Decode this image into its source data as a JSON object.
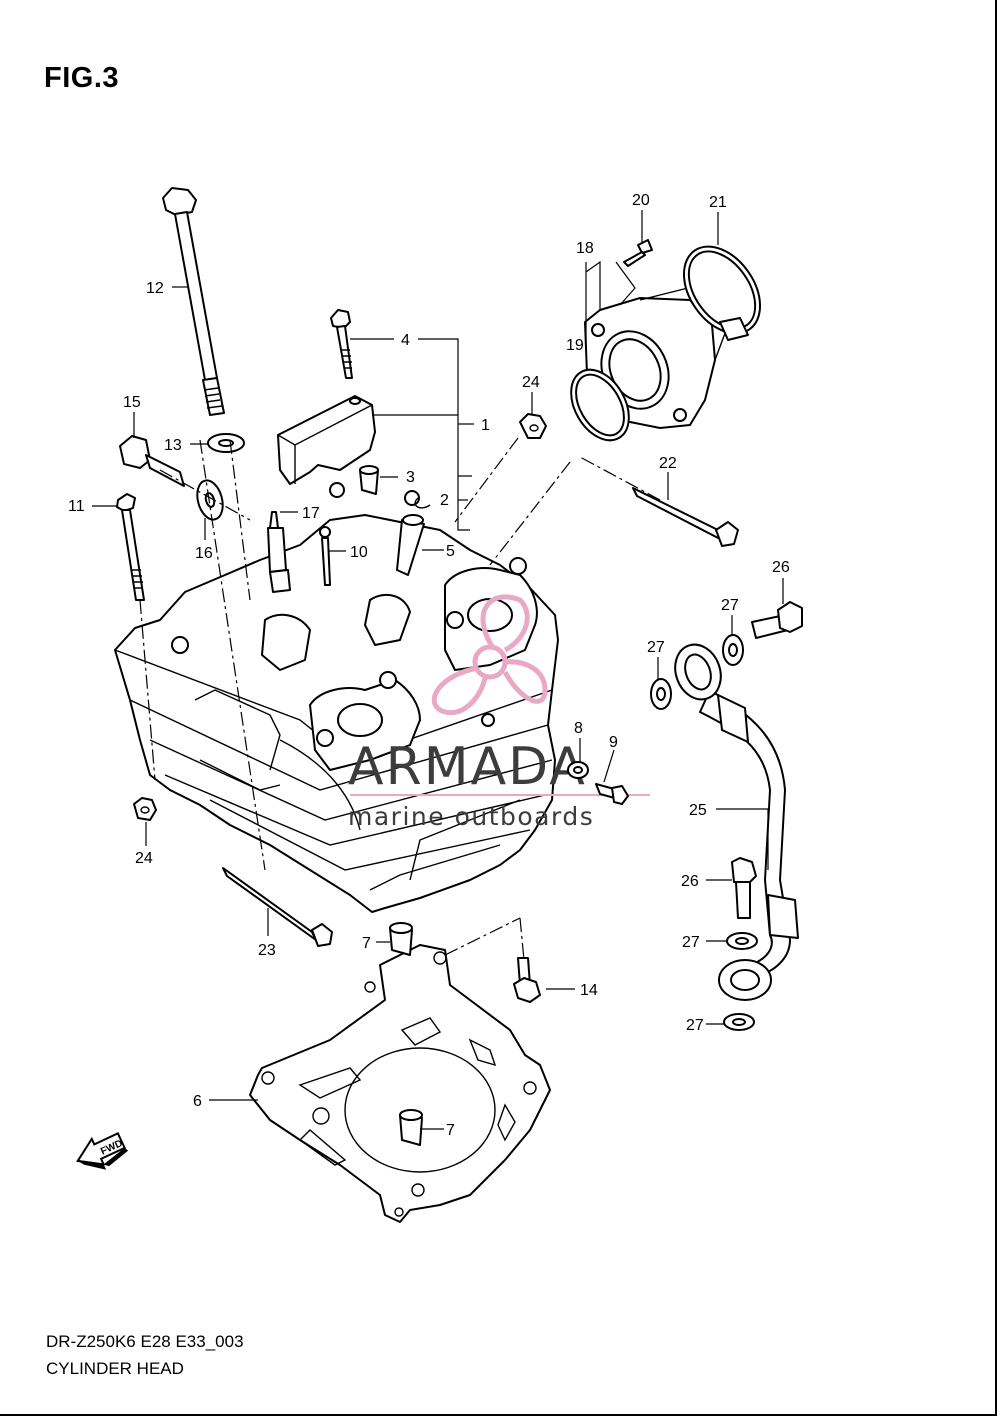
{
  "figure": {
    "title": "FIG.3",
    "model_code": "DR-Z250K6 E28 E33_003",
    "section_name": "CYLINDER HEAD",
    "fwd_label": "FWD"
  },
  "watermark": {
    "brand": "ARMADA",
    "tagline": "marine outboards",
    "accent_color": "#e9a9c4"
  },
  "callouts": [
    {
      "id": "c1",
      "label": "1"
    },
    {
      "id": "c2",
      "label": "2"
    },
    {
      "id": "c3",
      "label": "3"
    },
    {
      "id": "c4",
      "label": "4"
    },
    {
      "id": "c5",
      "label": "5"
    },
    {
      "id": "c6",
      "label": "6"
    },
    {
      "id": "c7a",
      "label": "7"
    },
    {
      "id": "c7b",
      "label": "7"
    },
    {
      "id": "c8",
      "label": "8"
    },
    {
      "id": "c9",
      "label": "9"
    },
    {
      "id": "c10",
      "label": "10"
    },
    {
      "id": "c11",
      "label": "11"
    },
    {
      "id": "c12",
      "label": "12"
    },
    {
      "id": "c13",
      "label": "13"
    },
    {
      "id": "c14",
      "label": "14"
    },
    {
      "id": "c15",
      "label": "15"
    },
    {
      "id": "c16",
      "label": "16"
    },
    {
      "id": "c17",
      "label": "17"
    },
    {
      "id": "c18",
      "label": "18"
    },
    {
      "id": "c19",
      "label": "19"
    },
    {
      "id": "c20",
      "label": "20"
    },
    {
      "id": "c21",
      "label": "21"
    },
    {
      "id": "c22",
      "label": "22"
    },
    {
      "id": "c23",
      "label": "23"
    },
    {
      "id": "c24a",
      "label": "24"
    },
    {
      "id": "c24b",
      "label": "24"
    },
    {
      "id": "c25",
      "label": "25"
    },
    {
      "id": "c26a",
      "label": "26"
    },
    {
      "id": "c26b",
      "label": "26"
    },
    {
      "id": "c27a",
      "label": "27"
    },
    {
      "id": "c27b",
      "label": "27"
    },
    {
      "id": "c27c",
      "label": "27"
    },
    {
      "id": "c27d",
      "label": "27"
    }
  ]
}
